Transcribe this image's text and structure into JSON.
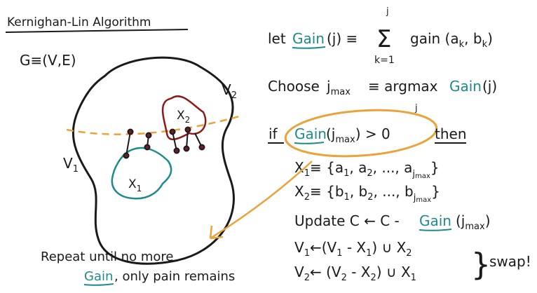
{
  "title": "Kernighan-Lin Algorithm",
  "graph_def": "G≡(V,E)",
  "partition_labels": {
    "v1": "V",
    "v1_sub": "1",
    "v2": "V",
    "v2_sub": "2"
  },
  "subset_labels": {
    "x1": "X",
    "x1_sub": "1",
    "x2": "X",
    "x2_sub": "2"
  },
  "line_gain_def": {
    "prefix": "let",
    "gain_word": "Gain",
    "args": "(j) ≡",
    "sum_top": "j",
    "sum_bottom": "k=1",
    "term": "gain (a",
    "term_sub1": "k",
    "term_mid": ", b",
    "term_sub2": "k",
    "term_end": ")"
  },
  "line_choose": {
    "prefix": "Choose",
    "j": "j",
    "j_sub": "max",
    "mid": "≡ argmax",
    "gain_word": "Gain",
    "args": "(j)",
    "under": "j"
  },
  "line_if": {
    "if_word": "if",
    "gain_word": "Gain",
    "args_open": "(j",
    "args_sub": "max",
    "args_close": ") > 0",
    "then_word": "then"
  },
  "line_x1": {
    "lhs": "X",
    "lhs_sub": "1",
    "rhs": "≡ {a",
    "s1": "1",
    "c1": ", a",
    "s2": "2",
    "c2": ", ..., a",
    "s3": "j",
    "s3sub": "max",
    "close": "}"
  },
  "line_x2": {
    "lhs": "X",
    "lhs_sub": "2",
    "rhs": "≡ {b",
    "s1": "1",
    "c1": ", b",
    "s2": "2",
    "c2": ", ..., b",
    "s3": "j",
    "s3sub": "max",
    "close": "}"
  },
  "line_update": {
    "prefix": "Update C ← C -",
    "gain_word": "Gain",
    "args_open": "(j",
    "args_sub": "max",
    "args_close": ")"
  },
  "line_v1": {
    "lhs": "V",
    "lhs_sub": "1",
    "mid": "←(V",
    "s1": "1",
    "minus": " - X",
    "s2": "1",
    "close": ") ∪ X",
    "s3": "2"
  },
  "line_v2": {
    "lhs": "V",
    "lhs_sub": "2",
    "mid": "← (V",
    "s1": "2",
    "minus": " - X",
    "s2": "2",
    "close": ") ∪ X",
    "s3": "1"
  },
  "swap_label": "swap!",
  "repeat_note": {
    "line1": "Repeat until no more",
    "gain_word": "Gain",
    "rest": ", only pain remains"
  },
  "colors": {
    "ink": "#1a1a1a",
    "teal": "#1f8a8e",
    "orange": "#e8a33a",
    "dark_red": "#8b1a1a",
    "node": "#6b1f2a"
  }
}
